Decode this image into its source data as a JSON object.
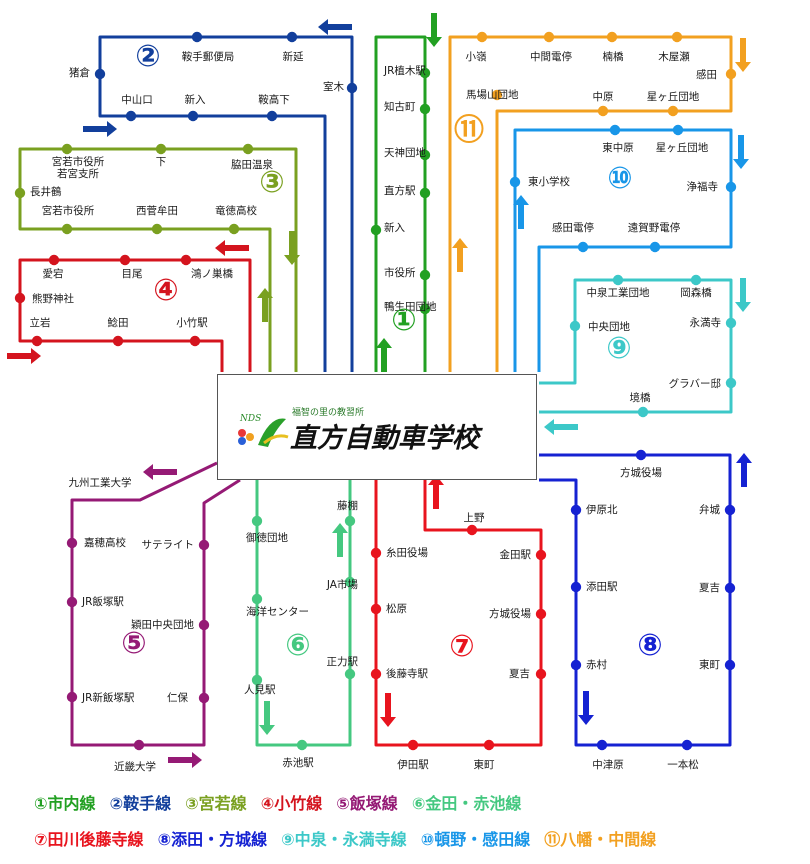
{
  "school": {
    "tagline": "福智の里の教習所",
    "name": "直方自動車学校",
    "logo_text": "NDS"
  },
  "colors": {
    "1": "#22a022",
    "2": "#123f9c",
    "3": "#7aa020",
    "4": "#d4141e",
    "5": "#951a75",
    "6": "#45c880",
    "7": "#e8141e",
    "8": "#1522d2",
    "9": "#3cc8c8",
    "10": "#1896e8",
    "11": "#f2a020"
  },
  "routes": [
    {
      "id": "1",
      "name": "市内線",
      "stops": [
        "JR植木駅",
        "知古町",
        "天神団地",
        "直方駅",
        "新入",
        "市役所",
        "鴨生田団地"
      ]
    },
    {
      "id": "2",
      "name": "鞍手線",
      "stops": [
        "鞍手郵便局",
        "新延",
        "猪倉",
        "中山口",
        "新入",
        "鞍高下",
        "室木"
      ]
    },
    {
      "id": "3",
      "name": "宮若線",
      "stops": [
        "宮若市役所\n若宮支所",
        "下",
        "脇田温泉",
        "長井鶴",
        "宮若市役所",
        "西菅牟田",
        "竜徳高校"
      ]
    },
    {
      "id": "4",
      "name": "小竹線",
      "stops": [
        "愛宕",
        "目尾",
        "鴻ノ巣橋",
        "熊野神社",
        "立岩",
        "鯰田",
        "小竹駅"
      ]
    },
    {
      "id": "5",
      "name": "飯塚線",
      "stops": [
        "九州工業大学",
        "嘉穂高校",
        "サテライト",
        "JR飯塚駅",
        "穎田中央団地",
        "JR新飯塚駅",
        "仁保",
        "近畿大学"
      ]
    },
    {
      "id": "6",
      "name": "金田・赤池線",
      "stops": [
        "藤棚",
        "御徳団地",
        "JA市場",
        "海洋センター",
        "正力駅",
        "人見駅",
        "赤池駅"
      ]
    },
    {
      "id": "7",
      "name": "田川後藤寺線",
      "stops": [
        "上野",
        "糸田役場",
        "金田駅",
        "松原",
        "方城役場",
        "後藤寺駅",
        "夏吉",
        "伊田駅",
        "東町"
      ]
    },
    {
      "id": "8",
      "name": "添田・方城線",
      "stops": [
        "方城役場",
        "伊原北",
        "弁城",
        "添田駅",
        "夏吉",
        "赤村",
        "東町",
        "中津原",
        "一本松"
      ]
    },
    {
      "id": "9",
      "name": "中泉・永満寺線",
      "stops": [
        "中泉工業団地",
        "岡森橋",
        "中央団地",
        "永満寺",
        "グラバー邸",
        "境橋"
      ]
    },
    {
      "id": "10",
      "name": "頓野・感田線",
      "stops": [
        "東中原",
        "星ヶ丘団地",
        "東小学校",
        "浄福寺",
        "感田電停",
        "遠賀野電停"
      ]
    },
    {
      "id": "11",
      "name": "八幡・中間線",
      "stops": [
        "小嶺",
        "中間電停",
        "楠橋",
        "木屋瀬",
        "感田",
        "馬場山団地",
        "中原",
        "星ヶ丘団地"
      ]
    }
  ]
}
